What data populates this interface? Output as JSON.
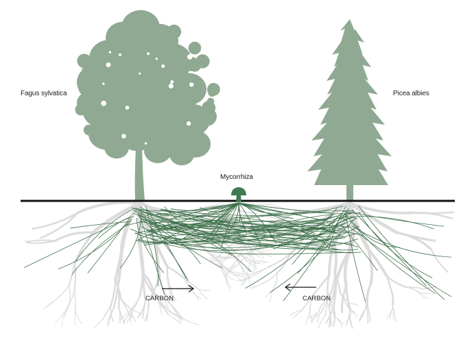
{
  "labels": {
    "left_tree": "Fagus sylvatica",
    "right_tree": "Picea albies",
    "fungus": "Mycorrhiza",
    "carbon_left": "CARBON",
    "carbon_right": "CARBON"
  },
  "colors": {
    "tree_foliage": "#8fa992",
    "fungus": "#3f7a52",
    "mycelium": "#3c6e48",
    "roots": "#dcdcdc",
    "ground_line": "#111111",
    "text": "#1a1a1a"
  },
  "icons": {
    "left_arrow": "arrow-right-icon",
    "right_arrow": "arrow-left-icon"
  }
}
